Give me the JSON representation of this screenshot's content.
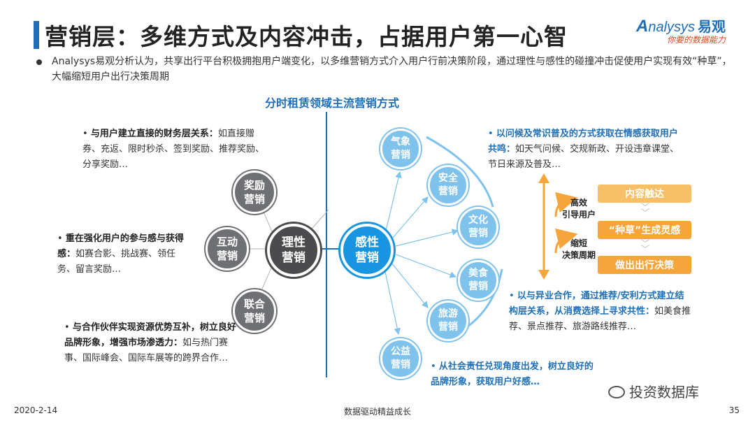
{
  "header": {
    "title": "营销层：多维方式及内容冲击，占据用户第一心智",
    "logo_text": "nalysys",
    "logo_cn": "易观",
    "logo_slogan": "你要的数据能力"
  },
  "intro": "Analysys易观分析认为，共享出行平台积极拥抱用户端变化，以多维营销方式介入用户行前决策阶段，通过理性与感性的碰撞冲击促使用户实现有效“种草”，大幅缩短用户出行决策周期",
  "diagram_title": "分时租赁领域主流营销方式",
  "left": {
    "block1_bold": "与用户建立直接的财务层关系：",
    "block1_text": "如直接赠券、充返、限时秒杀、签到奖励、推荐奖励、分享奖励…",
    "block2_bold": "重在强化用户的参与感与获得感：",
    "block2_text": "如赛合影、挑战赛、领任务、留言奖励…",
    "block3_bold": "与合作伙伴实现资源优势互补，树立良好品牌形象，增强市场渗透力：",
    "block3_text": "如与热门赛事、国际峰会、国际车展等的跨界合作…"
  },
  "nodes": {
    "reward": "奖励\n营销",
    "interactive": "互动\n营销",
    "joint": "联合\n营销",
    "rational": "理性\n营销",
    "emotional": "感性\n营销",
    "weather": "气象\n营销",
    "safety": "安全\n营销",
    "culture": "文化\n营销",
    "food": "美食\n营销",
    "travel": "旅游\n营销",
    "charity": "公益\n营销"
  },
  "right": {
    "block1_bold": "以问候及常识普及的方式获取在情感获取用户共鸣：",
    "block1_text": "如天气问候、交规新政、开设违章课堂、节日来源及普及…",
    "block2_bold": "以与异业合作，通过推荐/安利方式建立结构层关系，从消费选择上寻求共性：",
    "block2_text": "如美食推荐、景点推荐、旅游路线推荐…",
    "block3_bold": "从社会责任兑现角度出发，树立良好的品牌形象，获取用户好感…"
  },
  "flow": {
    "label_top": "高效\n引导用户",
    "label_bottom": "缩短\n决策周期",
    "step1": "内容触达",
    "step2": "“种草”生成灵感",
    "step3": "做出出行决策"
  },
  "footer": {
    "date": "2020-2-14",
    "center": "数据驱动精益成长",
    "page": "35",
    "wechat": "投资数据库"
  },
  "colors": {
    "accent_blue": "#1f6fb8",
    "node_blue": "#1795e0",
    "light_blue": "#7fc2ec",
    "orange": "#f5a53a",
    "gray": "#6f7073"
  }
}
